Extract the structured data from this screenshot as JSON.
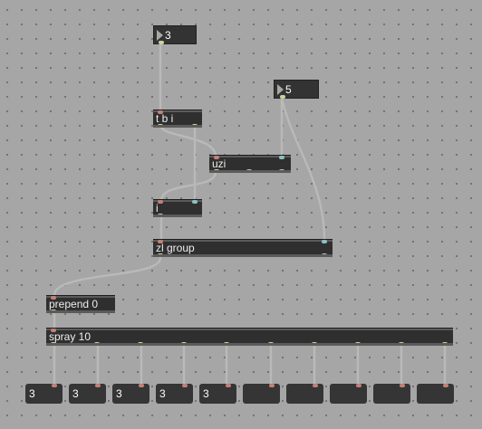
{
  "objects": {
    "tbi": "t b i",
    "uzi": "uzi",
    "i": "i",
    "zlgroup": "zl group",
    "prepend": "prepend 0",
    "spray": "spray 10"
  },
  "number_inputs": {
    "top": "3",
    "right": "5"
  },
  "number_outputs": [
    "3",
    "3",
    "3",
    "3",
    "3",
    "",
    "",
    "",
    "",
    ""
  ],
  "colors": {
    "background": "#a6a6a6",
    "object_body": "#2f2f2f",
    "patch_cord": "#b4b4b4",
    "inlet": "#c47f76",
    "cold_inlet": "#8cc0c0",
    "outlet": "#c9d39a"
  }
}
